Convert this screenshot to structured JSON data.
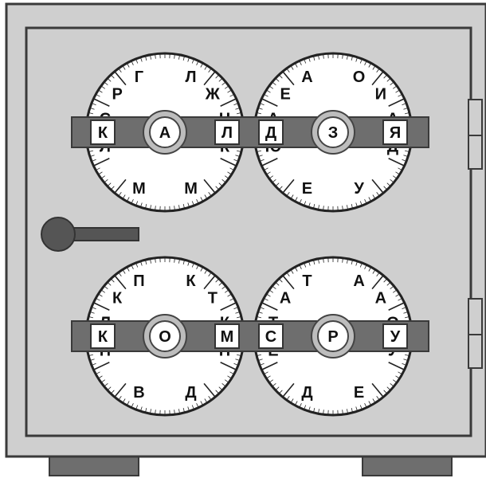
{
  "colors": {
    "safe_body": "#cfcfcf",
    "safe_stroke": "#3a3a3a",
    "bar": "#6e6e6e",
    "handle": "#555555",
    "dial_face": "#ffffff",
    "hub_ring": "#bdbdbd"
  },
  "dials": [
    {
      "id": "top-left",
      "center_letter": "А",
      "left_window": "К",
      "right_window": "Л",
      "ring_letters": [
        "Л",
        "С",
        "Р",
        "Г",
        "Л",
        "Ж",
        "Н",
        "К",
        "М",
        "М"
      ]
    },
    {
      "id": "top-right",
      "center_letter": "З",
      "left_window": "Д",
      "right_window": "Я",
      "ring_letters": [
        "Ю",
        "А",
        "Е",
        "А",
        "О",
        "И",
        "А",
        "Д",
        "У",
        "Е"
      ]
    },
    {
      "id": "bottom-left",
      "center_letter": "О",
      "left_window": "К",
      "right_window": "М",
      "ring_letters": [
        "П",
        "Л",
        "К",
        "П",
        "К",
        "Т",
        "К",
        "Н",
        "Д",
        "В"
      ]
    },
    {
      "id": "bottom-right",
      "center_letter": "Р",
      "left_window": "С",
      "right_window": "У",
      "ring_letters": [
        "Е",
        "Т",
        "А",
        "Т",
        "А",
        "А",
        "О",
        "У",
        "Е",
        "Д"
      ]
    }
  ]
}
